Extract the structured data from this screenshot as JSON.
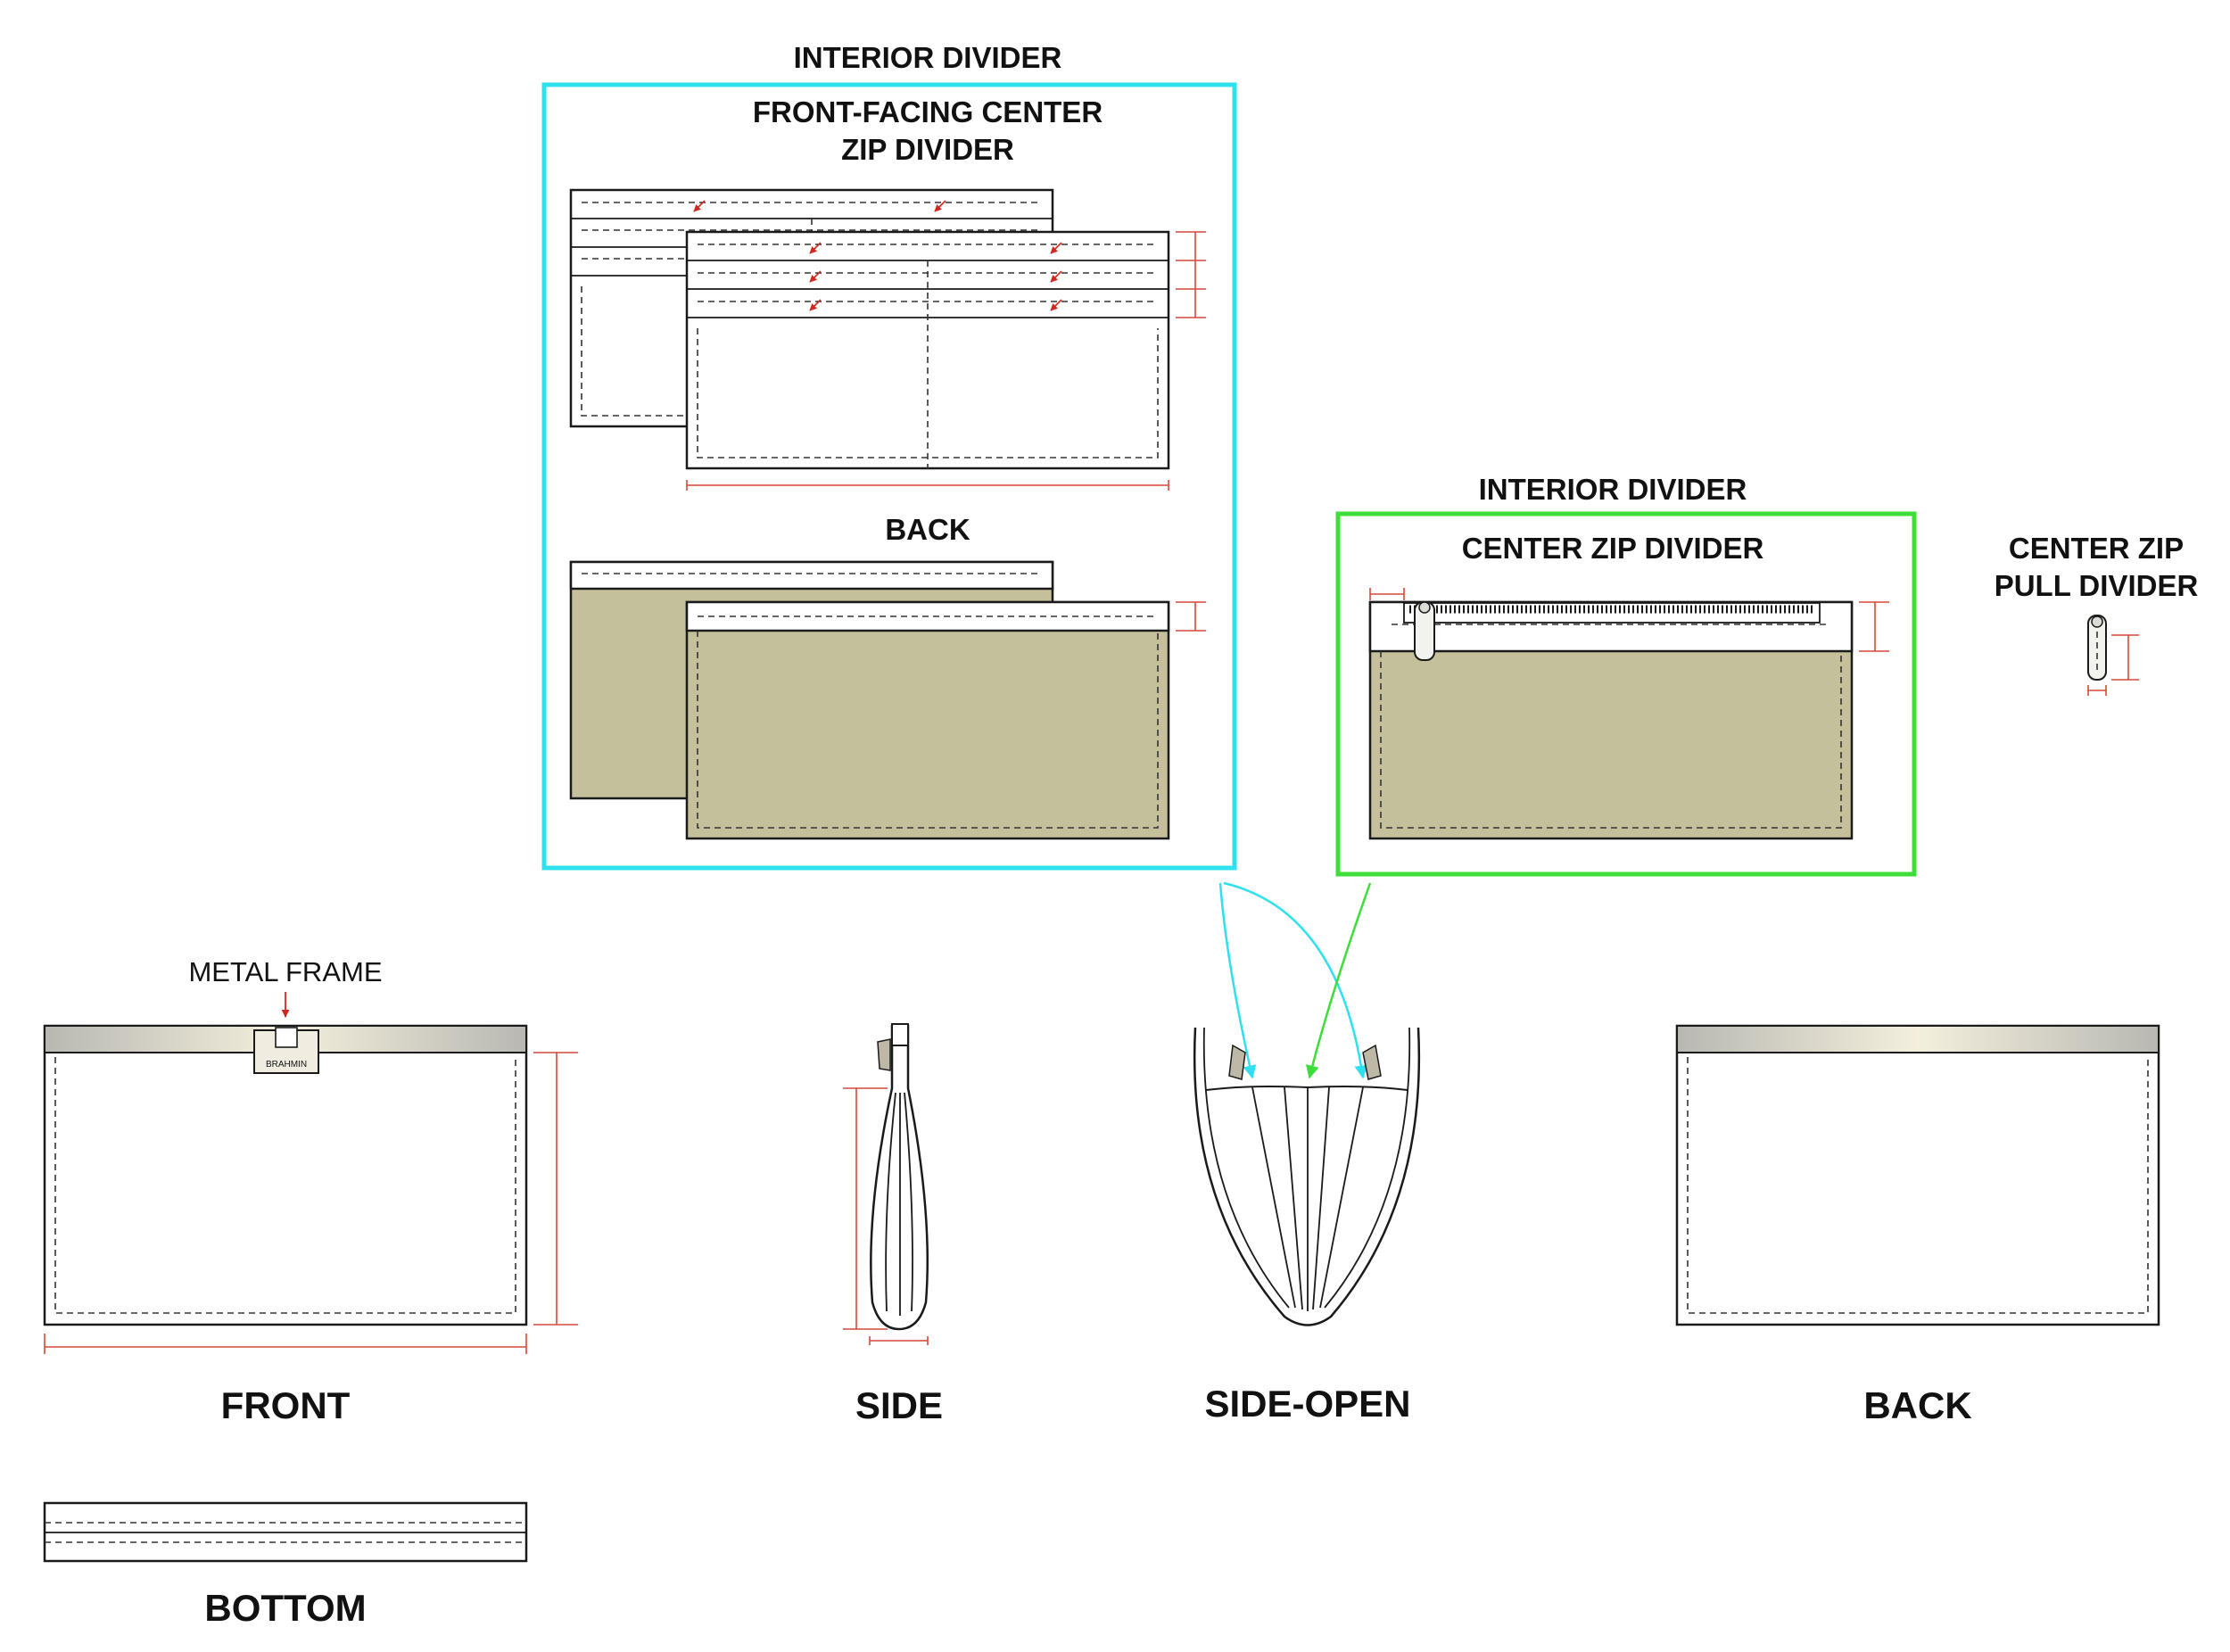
{
  "labels": {
    "interior_divider_1": "INTERIOR DIVIDER",
    "front_facing_line1": "FRONT-FACING CENTER",
    "front_facing_line2": "ZIP DIVIDER",
    "back_divider": "BACK",
    "interior_divider_2": "INTERIOR DIVIDER",
    "center_zip_divider": "CENTER ZIP DIVIDER",
    "center_zip_pull_line1": "CENTER ZIP",
    "center_zip_pull_line2": "PULL DIVIDER",
    "metal_frame": "METAL FRAME",
    "brand_plate": "BRAHMIN",
    "front": "FRONT",
    "side": "SIDE",
    "side_open": "SIDE-OPEN",
    "back": "BACK",
    "bottom": "BOTTOM"
  },
  "colors": {
    "ink": "#1a1a1a",
    "tan_fill": "#c4c09b",
    "measure_red": "#d24a3a",
    "arrow_red": "#d0281e",
    "cyan_box": "#2fe0ee",
    "green_box": "#3fdd3a",
    "frame_gradient_edge": "#b8b8b2",
    "frame_gradient_center": "#f4efdd"
  }
}
